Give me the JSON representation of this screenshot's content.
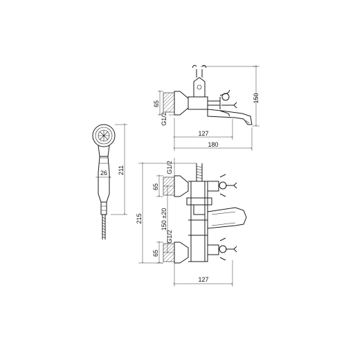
{
  "dimensions": {
    "top_view": {
      "height_150": "150",
      "connection_65": "65",
      "thread": "G1/2",
      "spout_127": "127",
      "width_180": "180"
    },
    "hand_shower": {
      "diameter_26": "26",
      "length_211": "211"
    },
    "front_view": {
      "thread_top": "G1/2",
      "connection_top_65": "65",
      "total_215": "215",
      "spacing": "150 ±20",
      "connection_bottom_65": "65",
      "thread_bottom": "G1/2",
      "width_127": "127"
    }
  },
  "colors": {
    "line": "#1a1a1a",
    "background": "#ffffff"
  }
}
